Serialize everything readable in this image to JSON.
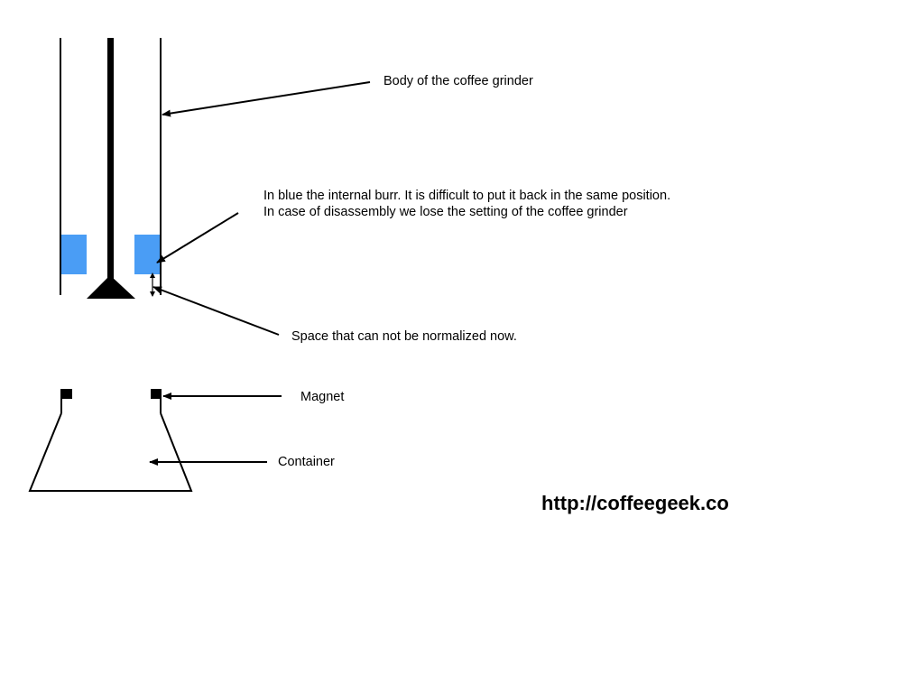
{
  "annotations": {
    "body": "Body of the coffee grinder",
    "burr_line1": "In blue the internal burr. It is difficult to put it back in the same position.",
    "burr_line2": "In case of disassembly we lose the setting of the coffee grinder",
    "space": "Space that can not be normalized now.",
    "magnet": "Magnet",
    "container": "Container"
  },
  "url": "http://coffeegeek.co",
  "colors": {
    "burr": "#4a9df5",
    "ink": "#000000",
    "background": "#ffffff"
  }
}
